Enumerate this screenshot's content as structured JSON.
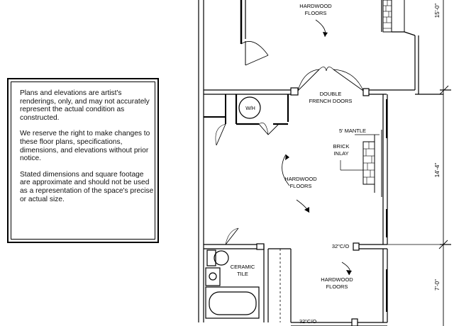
{
  "disclaimer": {
    "paragraphs": [
      "Plans and elevations are artist's renderings, only, and may not accurately represent the actual condition as constructed.",
      "We reserve the right to make changes to these floor plans, specifications, dimensions, and elevations without prior notice.",
      "Stated dimensions and square footage are approximate and should not be used as a representation of the space's precise or actual size."
    ]
  },
  "plan": {
    "labels": {
      "hardwood_top_1": "HARDWOOD",
      "hardwood_top_2": "FLOORS",
      "double_doors_1": "DOUBLE",
      "double_doors_2": "FRENCH DOORS",
      "water_heater": "W/H",
      "mantle": "5' MANTLE",
      "brick_1": "BRICK",
      "brick_2": "INLAY",
      "hardwood_mid_1": "HARDWOOD",
      "hardwood_mid_2": "FLOORS",
      "closet_1": "32\"C/O",
      "ceramic_1": "CERAMIC",
      "ceramic_2": "TILE",
      "hardwood_bot_1": "HARDWOOD",
      "hardwood_bot_2": "FLOORS",
      "closet_2": "32\"C/O"
    },
    "dimensions": {
      "top": "15'-0\"",
      "middle": "14'-4\"",
      "bottom": "7'-0\""
    }
  }
}
